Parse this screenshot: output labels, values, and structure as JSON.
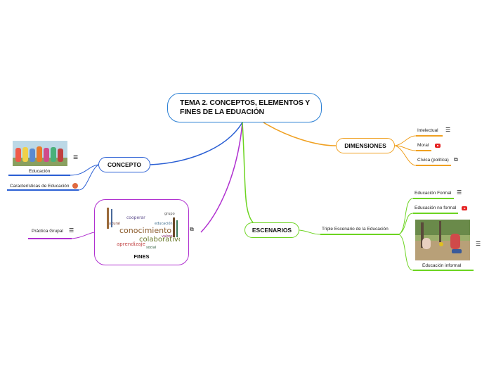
{
  "root": {
    "line1": "TEMA 2. CONCEPTOS, ELEMENTOS Y",
    "line2": "FINES DE LA EDUACIÓN"
  },
  "concepto": {
    "label": "CONCEPTO",
    "children": [
      "Educación",
      "Características de Educación"
    ]
  },
  "fines": {
    "label": "FINES",
    "children": [
      "Práctica Grupal"
    ],
    "word_cloud": [
      "conocimiento",
      "colaborativo",
      "aprendizaje",
      "cooperar",
      "educación",
      "cultural",
      "social",
      "valores",
      "grupo"
    ]
  },
  "dimensiones": {
    "label": "DIMENSIONES",
    "children": [
      "Intelectual",
      "Moral",
      "Cívica (política)"
    ]
  },
  "escenarios": {
    "label": "ESCENARIOS",
    "sub": "Triple Escenario de la Educación",
    "children": [
      "Educación Formal",
      "Educación no formal",
      "Educación informal"
    ]
  },
  "colors": {
    "root_border": "#2a7fd4",
    "concepto": "#2a5fd4",
    "dimensiones": "#f0a020",
    "escenarios": "#6cd420",
    "fines": "#b030d0"
  },
  "icons": [
    "notes-icon",
    "youtube-icon",
    "external-link-icon",
    "attachment-icon"
  ]
}
